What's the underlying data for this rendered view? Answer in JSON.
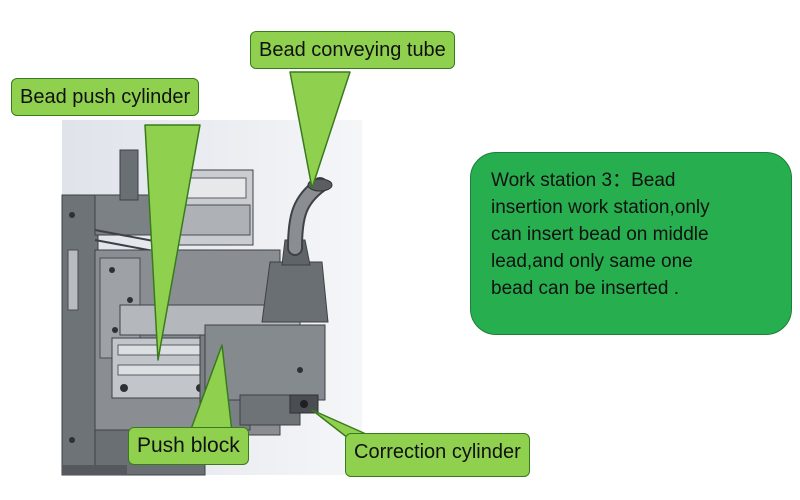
{
  "labels": {
    "bead_conveying_tube": "Bead conveying tube",
    "bead_push_cylinder": "Bead push cylinder",
    "push_block": "Push block",
    "correction_cylinder": "Correction cylinder"
  },
  "info_box": {
    "lines": [
      "Work station 3：Bead",
      "insertion work station,only",
      "can insert bead on middle",
      "lead,and only same one",
      "bead can be inserted ."
    ]
  },
  "colors": {
    "label_fill": "#8fd14f",
    "label_border": "#3a7a1e",
    "info_fill": "#27ae4f",
    "machine_gray": "#8a8e92"
  }
}
